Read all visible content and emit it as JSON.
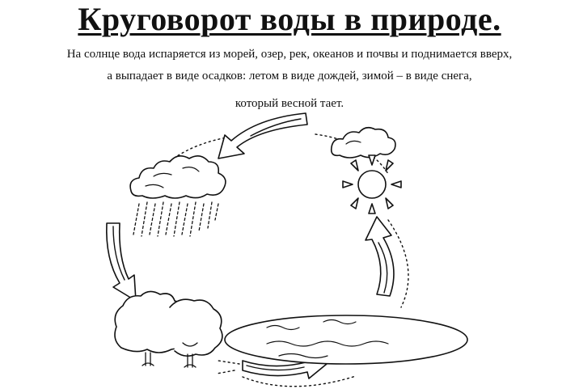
{
  "worksheet": {
    "title": "Круговорот воды в природе.",
    "description": [
      "На солнце вода испаряется из морей, озер, рек, океанов и почвы и поднимается вверх,",
      "а выпадает в виде осадков: летом в виде дождей, зимой – в виде снега,",
      "который весной тает."
    ]
  },
  "diagram": {
    "elements": [
      "rain-cloud",
      "small-cloud",
      "sun",
      "lake",
      "trees"
    ],
    "arrows": [
      "arrow-evaporation-up",
      "arrow-to-rain-cloud",
      "arrow-rain-to-ground",
      "arrow-ground-to-lake"
    ]
  }
}
